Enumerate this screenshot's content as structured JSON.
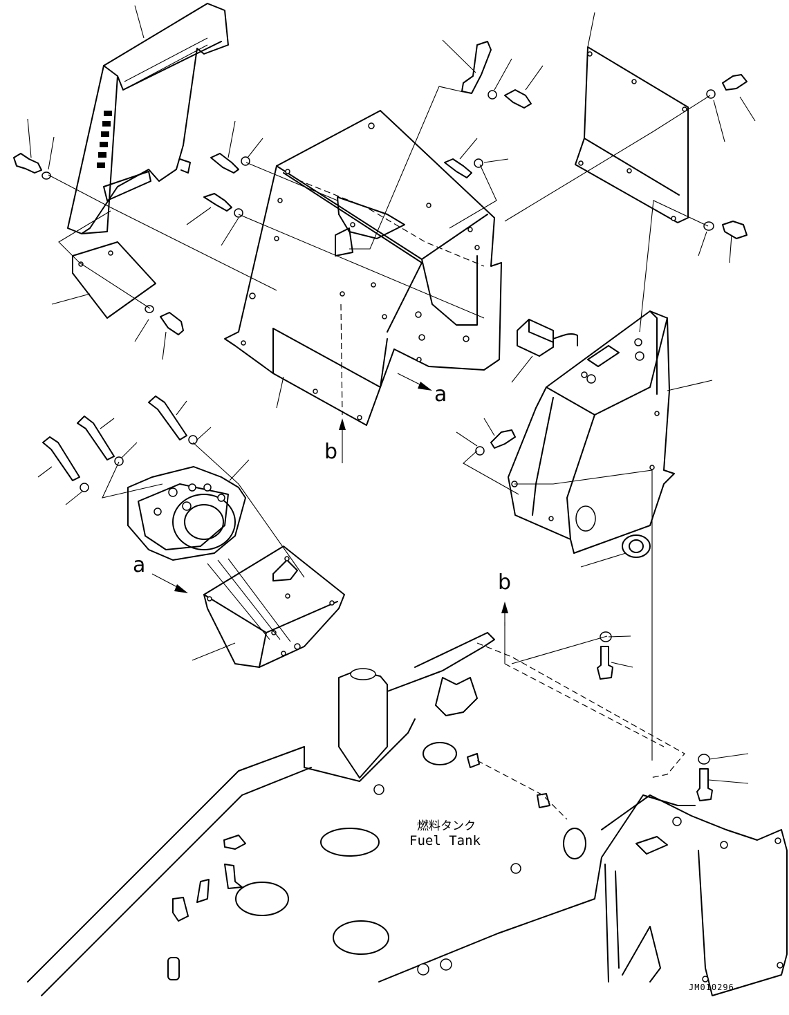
{
  "labels": {
    "view_a_arrow_1": "a",
    "view_a_arrow_2": "a",
    "view_b_arrow_1": "b",
    "view_b_arrow_2": "b",
    "tank_label_jp": "燃料タンク",
    "tank_label_en": "Fuel Tank",
    "drawing_number": "JM010296"
  }
}
